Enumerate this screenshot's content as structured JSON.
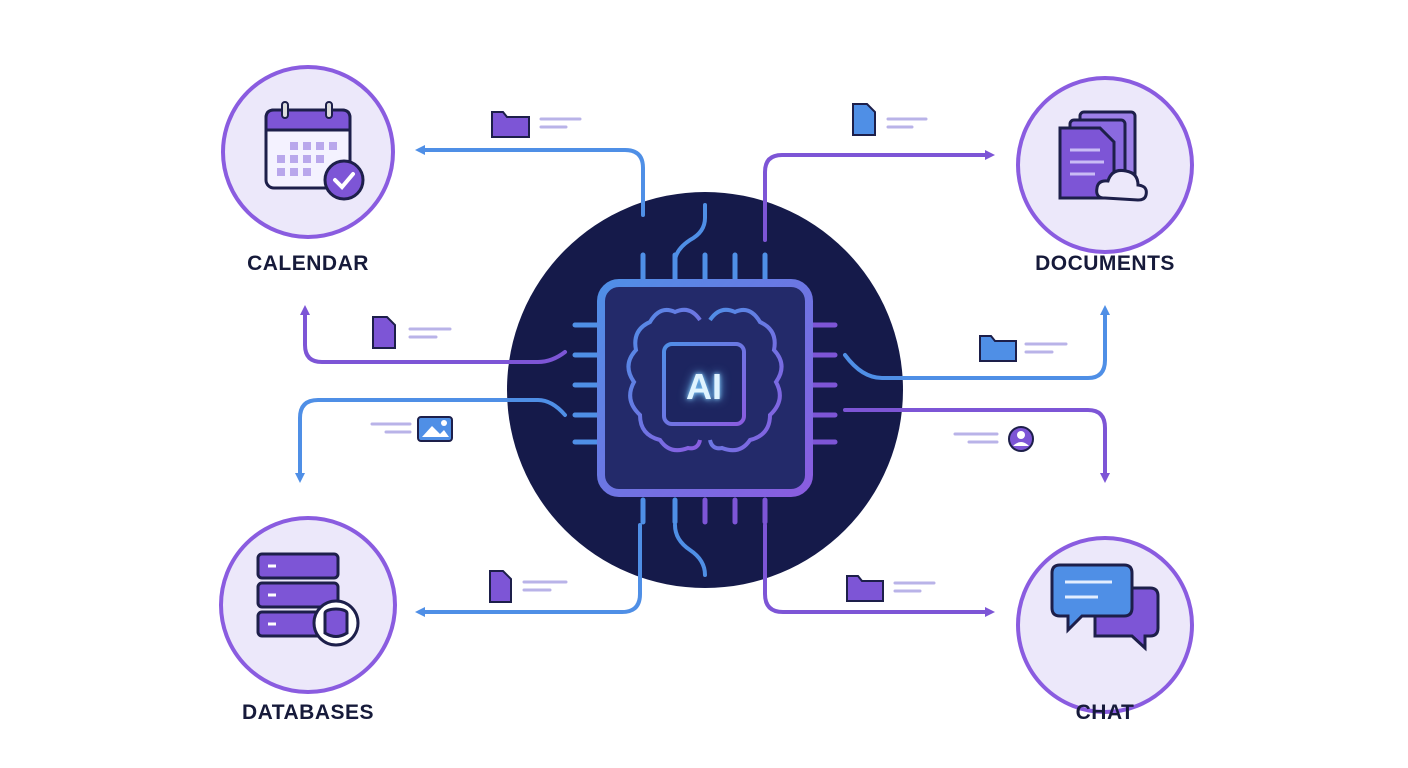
{
  "center": {
    "label": "AI"
  },
  "nodes": {
    "calendar": "CALENDAR",
    "documents": "DOCUMENTS",
    "databases": "DATABASES",
    "chat": "CHAT"
  },
  "colors": {
    "navy": "#151a4a",
    "blue": "#4f8fe6",
    "purple": "#7d55d6",
    "node_fill": "#ece8fa"
  }
}
